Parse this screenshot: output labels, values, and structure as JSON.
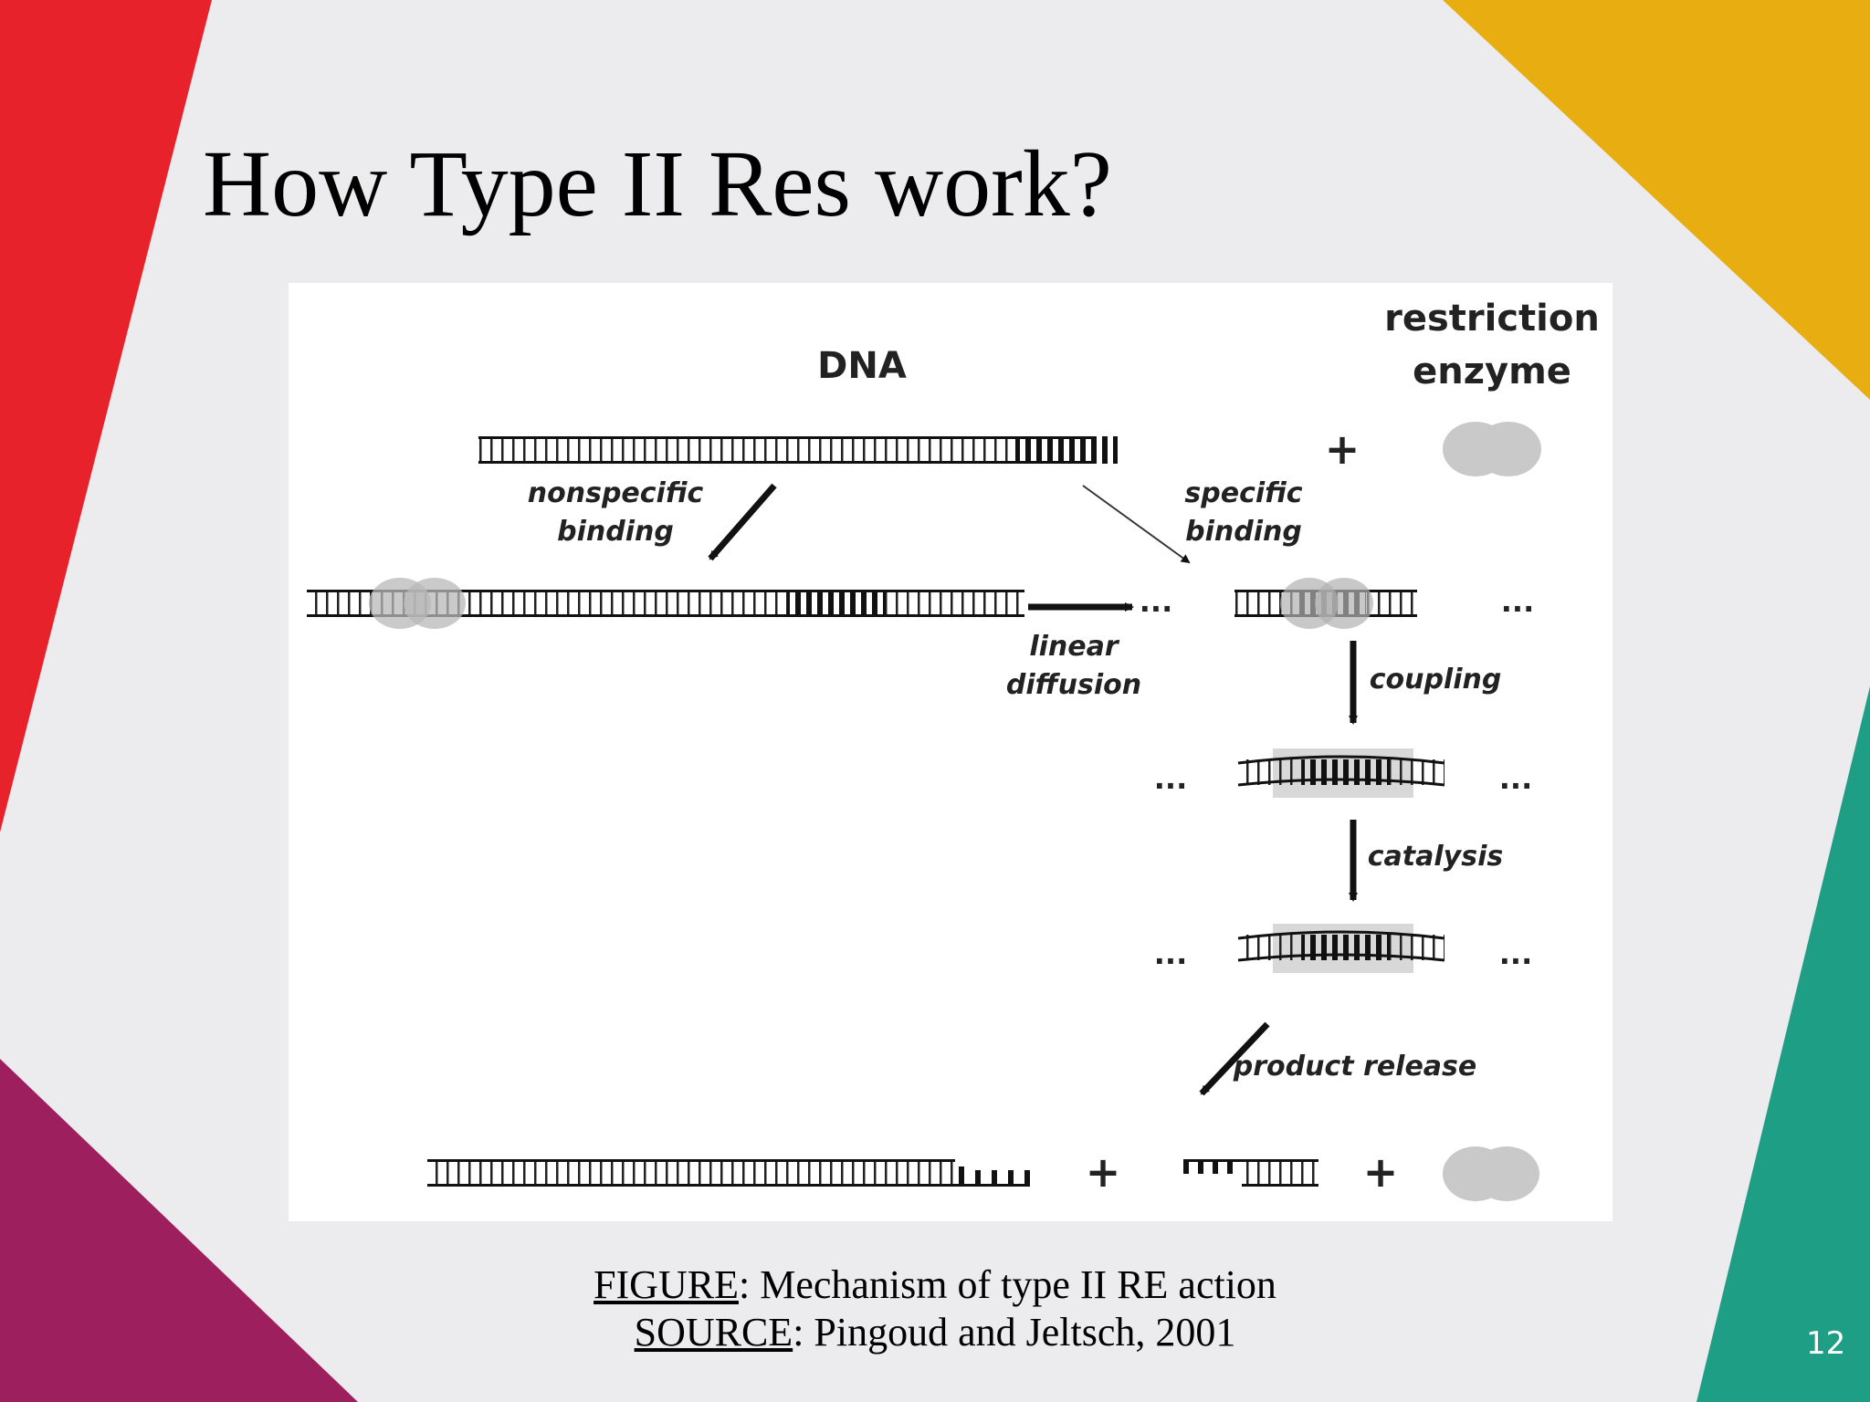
{
  "slide": {
    "title": "How Type II Res work?",
    "page_number": "12"
  },
  "colors": {
    "background": "#ececee",
    "red": "#e8222b",
    "gold": "#e8ad10",
    "teal": "#1f9e86",
    "purple": "#9d1f5e"
  },
  "diagram": {
    "dna_label": "DNA",
    "enzyme_label_line1": "restriction",
    "enzyme_label_line2": "enzyme",
    "plus_sign": "+",
    "nonspecific_line1": "nonspecific",
    "nonspecific_line2": "binding",
    "specific_line1": "specific",
    "specific_line2": "binding",
    "linear_line1": "linear",
    "linear_line2": "diffusion",
    "coupling": "coupling",
    "catalysis": "catalysis",
    "product_release": "product release",
    "ellipsis": "..."
  },
  "caption": {
    "figure_key": "FIGURE",
    "figure_text": ": Mechanism of type II RE action",
    "source_key": "SOURCE",
    "source_text": ": Pingoud and Jeltsch, 2001"
  }
}
